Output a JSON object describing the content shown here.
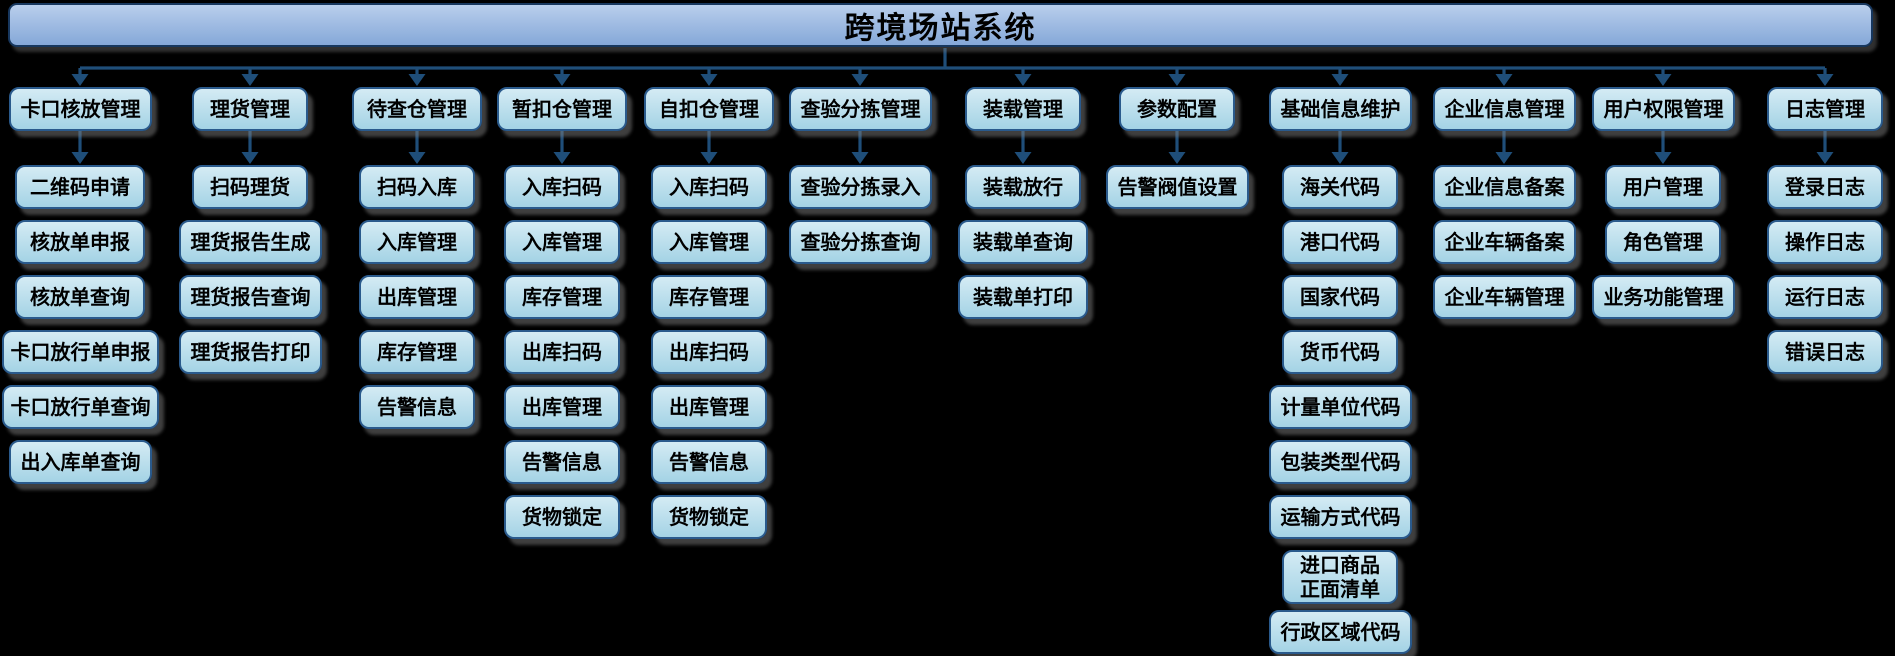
{
  "title": "跨境场站系统",
  "columns": [
    {
      "header": "卡口核放管理",
      "items": [
        "二维码申请",
        "核放单申报",
        "核放单查询",
        "卡口放行单申报",
        "卡口放行单查询",
        "出入库单查询"
      ]
    },
    {
      "header": "理货管理",
      "items": [
        "扫码理货",
        "理货报告生成",
        "理货报告查询",
        "理货报告打印"
      ]
    },
    {
      "header": "待查仓管理",
      "items": [
        "扫码入库",
        "入库管理",
        "出库管理",
        "库存管理",
        "告警信息"
      ]
    },
    {
      "header": "暂扣仓管理",
      "items": [
        "入库扫码",
        "入库管理",
        "库存管理",
        "出库扫码",
        "出库管理",
        "告警信息",
        "货物锁定"
      ]
    },
    {
      "header": "自扣仓管理",
      "items": [
        "入库扫码",
        "入库管理",
        "库存管理",
        "出库扫码",
        "出库管理",
        "告警信息",
        "货物锁定"
      ]
    },
    {
      "header": "查验分拣管理",
      "items": [
        "查验分拣录入",
        "查验分拣查询"
      ]
    },
    {
      "header": "装载管理",
      "items": [
        "装载放行",
        "装载单查询",
        "装载单打印"
      ]
    },
    {
      "header": "参数配置",
      "items": [
        "告警阀值设置"
      ]
    },
    {
      "header": "基础信息维护",
      "items": [
        "海关代码",
        "港口代码",
        "国家代码",
        "货币代码",
        "计量单位代码",
        "包装类型代码",
        "运输方式代码",
        "进口商品\n正面清单",
        "行政区域代码"
      ]
    },
    {
      "header": "企业信息管理",
      "items": [
        "企业信息备案",
        "企业车辆备案",
        "企业车辆管理"
      ]
    },
    {
      "header": "用户权限管理",
      "items": [
        "用户管理",
        "角色管理",
        "业务功能管理"
      ]
    },
    {
      "header": "日志管理",
      "items": [
        "登录日志",
        "操作日志",
        "运行日志",
        "错误日志"
      ]
    }
  ],
  "colors": {
    "background": "#000000",
    "title_fill_top": "#b9cfec",
    "title_fill_mid": "#9cb9e1",
    "title_fill_bottom": "#85a8d8",
    "title_border": "#17375e",
    "box_fill_top": "#d4ebf4",
    "box_fill_bottom": "#a4d3e5",
    "box_border": "#2a5a8c",
    "connector": "#1f4e79",
    "text": "#000000"
  }
}
